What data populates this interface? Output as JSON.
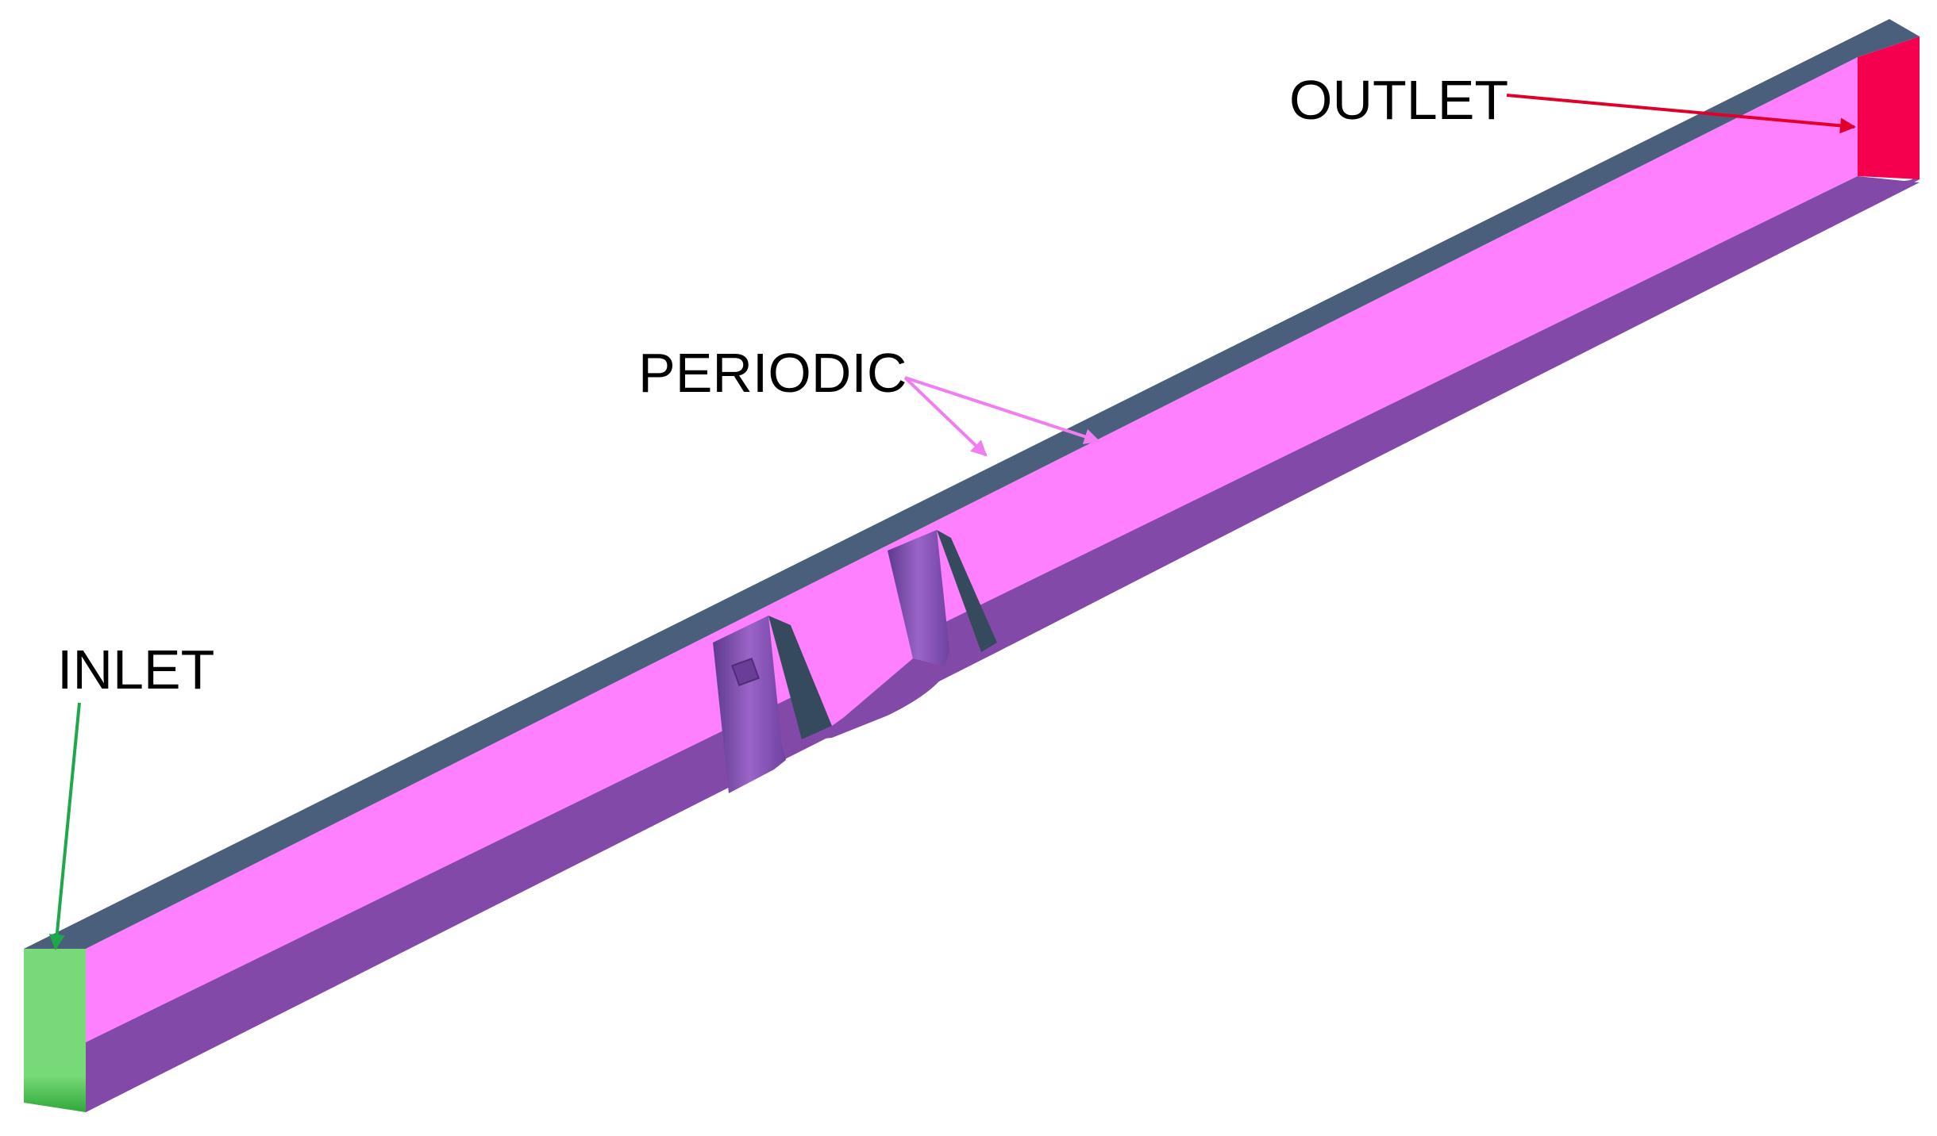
{
  "labels": {
    "inlet": "INLET",
    "outlet": "OUTLET",
    "periodic": "PERIODIC"
  },
  "colors": {
    "background": "#ffffff",
    "top_face": "#4a5f7c",
    "side_face": "#ff80ff",
    "bottom_face": "#8349a9",
    "inlet_face": "#77d977",
    "inlet_face_shade": "#2fa83a",
    "outlet_face": "#f5004f",
    "inlet_arrow": "#1fa84a",
    "outlet_arrow": "#e0002a",
    "periodic_arrow": "#f07ef0",
    "notch_dark": "#364a5e",
    "notch_purple": "#7d46a8",
    "text": "#000000"
  }
}
